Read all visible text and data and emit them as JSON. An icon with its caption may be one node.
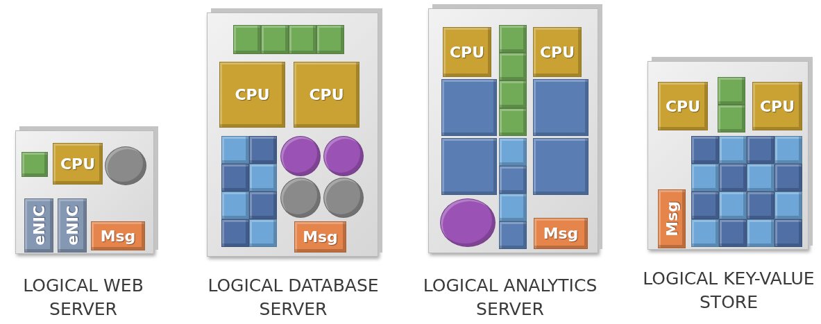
{
  "diagram": {
    "nodes": [
      {
        "text": [
          "LOGICAL WEB SERVER"
        ]
      },
      {
        "text": [],
        "shape": "box",
        "in": 0
      },
      {
        "text": [
          "CPU"
        ],
        "in": 0
      },
      {
        "text": [],
        "shape": "circle",
        "in": 0
      },
      {
        "text": [
          "eNIC"
        ],
        "in": 0
      },
      {
        "text": [
          "eNIC"
        ],
        "in": 0
      },
      {
        "text": [
          "Msg"
        ],
        "in": 0
      },
      {
        "text": [
          "LOGICAL DATABASE SERVER"
        ]
      },
      {
        "text": [],
        "shape": "box",
        "in": 7
      },
      {
        "text": [],
        "shape": "box",
        "in": 7
      },
      {
        "text": [],
        "shape": "box",
        "in": 7
      },
      {
        "text": [],
        "shape": "box",
        "in": 7
      },
      {
        "text": [
          "CPU"
        ],
        "in": 7
      },
      {
        "text": [
          "CPU"
        ],
        "in": 7
      },
      {
        "text": [],
        "shape": "box",
        "in": 7
      },
      {
        "text": [],
        "shape": "box",
        "in": 7
      },
      {
        "text": [],
        "shape": "box",
        "in": 7
      },
      {
        "text": [],
        "shape": "box",
        "in": 7
      },
      {
        "text": [],
        "shape": "box",
        "in": 7
      },
      {
        "text": [],
        "shape": "box",
        "in": 7
      },
      {
        "text": [],
        "shape": "box",
        "in": 7
      },
      {
        "text": [],
        "shape": "box",
        "in": 7
      },
      {
        "text": [],
        "shape": "circle",
        "in": 7
      },
      {
        "text": [],
        "shape": "circle",
        "in": 7
      },
      {
        "text": [],
        "shape": "circle",
        "in": 7
      },
      {
        "text": [],
        "shape": "circle",
        "in": 7
      },
      {
        "text": [
          "Msg"
        ],
        "in": 7
      },
      {
        "text": [
          "LOGICAL ANALYTICS SERVER"
        ]
      },
      {
        "text": [
          "CPU"
        ],
        "in": 27
      },
      {
        "text": [],
        "shape": "box",
        "in": 27
      },
      {
        "text": [],
        "shape": "box",
        "in": 27
      },
      {
        "text": [],
        "shape": "box",
        "in": 27
      },
      {
        "text": [],
        "shape": "box",
        "in": 27
      },
      {
        "text": [
          "CPU"
        ],
        "in": 27
      },
      {
        "text": [],
        "shape": "box",
        "in": 27
      },
      {
        "text": [],
        "shape": "box",
        "in": 27
      },
      {
        "text": [],
        "shape": "box",
        "in": 27
      },
      {
        "text": [],
        "shape": "box",
        "in": 27
      },
      {
        "text": [],
        "shape": "box",
        "in": 27
      },
      {
        "text": [],
        "shape": "box",
        "in": 27
      },
      {
        "text": [],
        "shape": "box",
        "in": 27
      },
      {
        "text": [],
        "shape": "box",
        "in": 27
      },
      {
        "text": [],
        "shape": "circle",
        "in": 27
      },
      {
        "text": [
          "Msg"
        ],
        "in": 27
      },
      {
        "text": [
          "LOGICAL KEY-VALUE STORE"
        ]
      },
      {
        "text": [
          "CPU"
        ],
        "in": 44
      },
      {
        "text": [],
        "shape": "box",
        "in": 44
      },
      {
        "text": [],
        "shape": "box",
        "in": 44
      },
      {
        "text": [
          "CPU"
        ],
        "in": 44
      },
      {
        "text": [
          "Msg"
        ],
        "in": 44
      },
      {
        "text": [],
        "shape": "box",
        "in": 44
      },
      {
        "text": [],
        "shape": "box",
        "in": 44
      },
      {
        "text": [],
        "shape": "box",
        "in": 44
      },
      {
        "text": [],
        "shape": "box",
        "in": 44
      },
      {
        "text": [],
        "shape": "box",
        "in": 44
      },
      {
        "text": [],
        "shape": "box",
        "in": 44
      },
      {
        "text": [],
        "shape": "box",
        "in": 44
      },
      {
        "text": [],
        "shape": "box",
        "in": 44
      },
      {
        "text": [],
        "shape": "box",
        "in": 44
      },
      {
        "text": [],
        "shape": "box",
        "in": 44
      },
      {
        "text": [],
        "shape": "box",
        "in": 44
      },
      {
        "text": [],
        "shape": "box",
        "in": 44
      },
      {
        "text": [],
        "shape": "box",
        "in": 44
      },
      {
        "text": [],
        "shape": "box",
        "in": 44
      },
      {
        "text": [],
        "shape": "box",
        "in": 44
      },
      {
        "text": [],
        "shape": "box",
        "in": 44
      }
    ]
  }
}
